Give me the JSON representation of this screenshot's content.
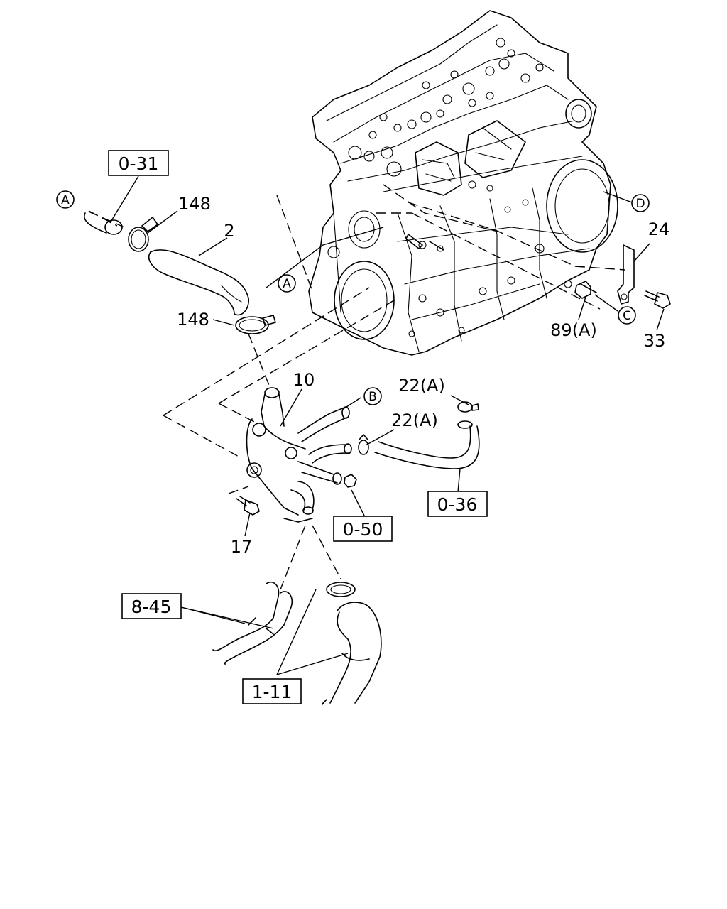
{
  "callouts": {
    "p148_top": "148",
    "p2": "2",
    "p148_mid": "148",
    "p10": "10",
    "p22a_top": "22(A)",
    "p22a_mid": "22(A)",
    "p24": "24",
    "p89a": "89(A)",
    "p33": "33",
    "p17": "17"
  },
  "references": {
    "r031": "0-31",
    "r036": "0-36",
    "r050": "0-50",
    "r845": "8-45",
    "r111": "1-11"
  },
  "markers": {
    "a_top": "A",
    "a_engine": "A",
    "b": "B",
    "c": "C",
    "d": "D"
  }
}
